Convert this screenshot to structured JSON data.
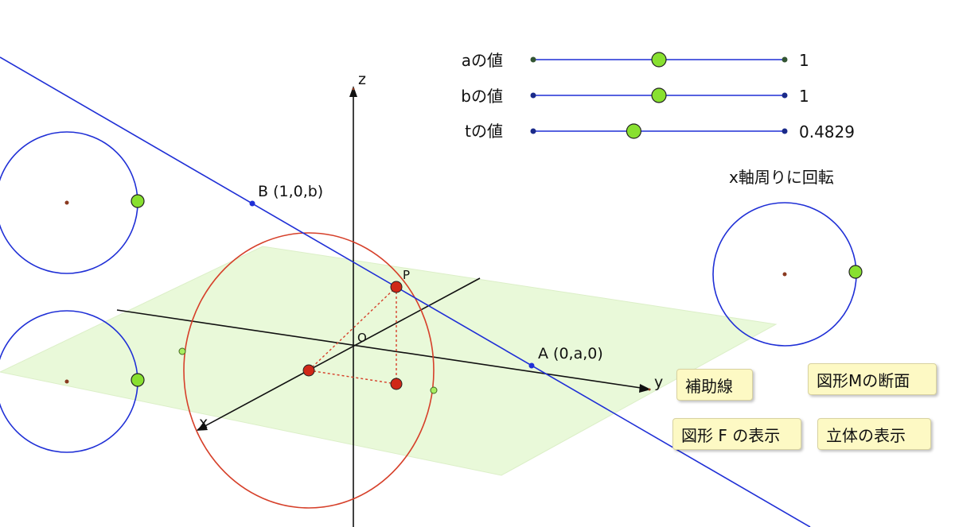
{
  "sliders": [
    {
      "id": "a",
      "label": "aの値",
      "value": "1",
      "fraction": 0.5
    },
    {
      "id": "b",
      "label": "bの値",
      "value": "1",
      "fraction": 0.5
    },
    {
      "id": "t",
      "label": "tの値",
      "value": "0.4829",
      "fraction": 0.4
    }
  ],
  "points": {
    "B": "B (1,0,b)",
    "A": "A (0,a,0)",
    "P": "P",
    "O": "O"
  },
  "axes": {
    "x": "x",
    "y": "y",
    "z": "z"
  },
  "rotate_caption": "x軸周りに回転",
  "buttons": {
    "auxiliary": "補助線",
    "section_m": "図形Mの断面",
    "show_f": "図形 F の表示",
    "show_solid": "立体の表示"
  },
  "colors": {
    "line": "#1f2fd6",
    "ellipse": "#d6402a",
    "plane": "#e8f8d8",
    "handle": "#88e030",
    "point_red": "#d02818",
    "button_bg": "#fdf9c4"
  }
}
